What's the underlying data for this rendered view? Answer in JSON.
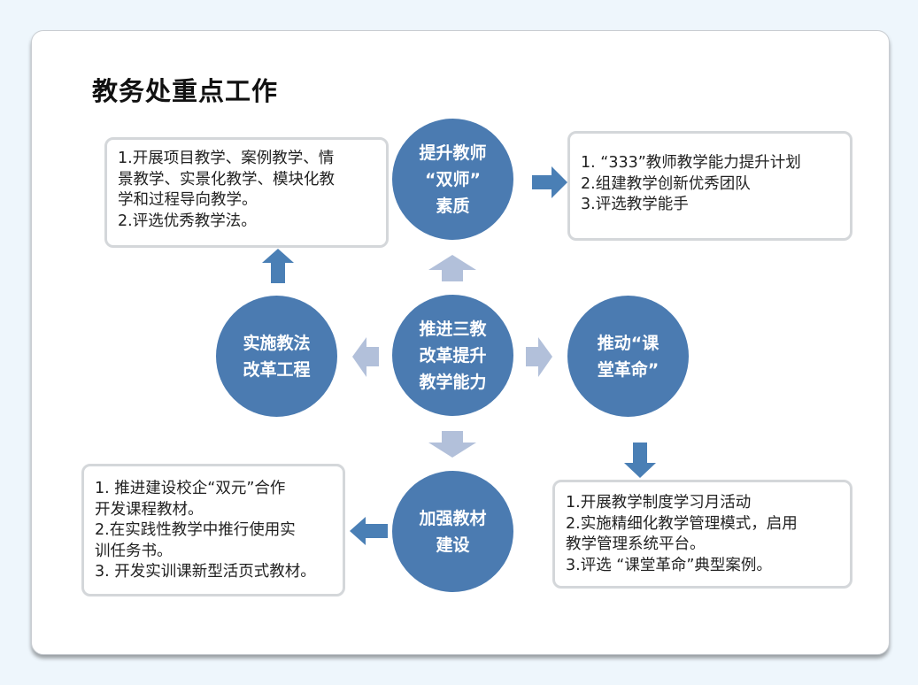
{
  "title": "教务处重点工作",
  "center": "推进三教\n改革提升\n教学能力",
  "nodes": {
    "top": "提升教师\n“双师”\n素质",
    "left": "实施教法\n改革工程",
    "right": "推动“课\n堂革命”",
    "bottom": "加强教材\n建设"
  },
  "boxes": {
    "top_left": [
      "1.开展项目教学、案例教学、情",
      "景教学、实景化教学、模块化教",
      "学和过程导向教学。",
      "2.评选优秀教学法。"
    ],
    "top_right": [
      "1. “333”教师教学能力提升计划",
      "2.组建教学创新优秀团队",
      "3.评选教学能手"
    ],
    "bottom_left": [
      "1. 推进建设校企“双元”合作",
      "开发课程教材。",
      "2.在实践性教学中推行使用实",
      "训任务书。",
      "3. 开发实训课新型活页式教材。"
    ],
    "bottom_right": [
      "1.开展教学制度学习月活动",
      "2.实施精细化教学管理模式，启用",
      "教学管理系统平台。",
      "3.评选 “课堂革命”典型案例。"
    ]
  },
  "colors": {
    "circle": "#4b7bb1",
    "arrow_dark": "#4a7fb5",
    "arrow_light": "#b2c0da",
    "box_border": "#d4d7da"
  }
}
